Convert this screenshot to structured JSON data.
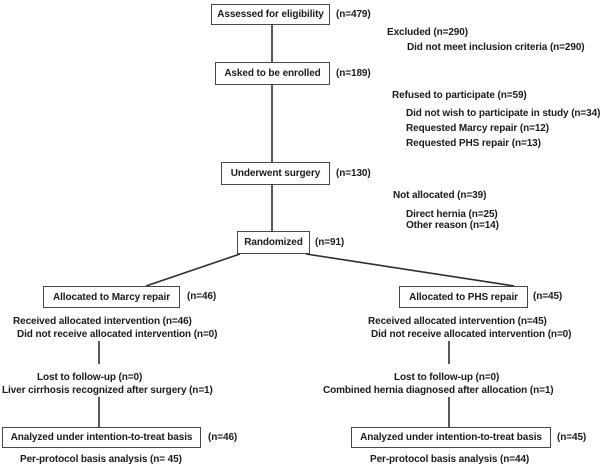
{
  "boxes": {
    "assessed": {
      "label": "Assessed for eligibility",
      "n": "(n=479)"
    },
    "enrolled": {
      "label": "Asked to be enrolled",
      "n": "(n=189)"
    },
    "surgery": {
      "label": "Underwent surgery",
      "n": "(n=130)"
    },
    "randomized": {
      "label": "Randomized",
      "n": "(n=91)"
    },
    "alloc_marcy": {
      "label": "Allocated to Marcy repair",
      "n": "(n=46)"
    },
    "alloc_phs": {
      "label": "Allocated to PHS repair",
      "n": "(n=45)"
    },
    "itt_left": {
      "label": "Analyzed under intention-to-treat basis",
      "n": "(n=46)"
    },
    "itt_right": {
      "label": "Analyzed under intention-to-treat basis",
      "n": "(n=45)"
    }
  },
  "side_notes": {
    "excluded": {
      "title": "Excluded (n=290)",
      "item1": "Did not meet inclusion criteria (n=290)"
    },
    "refused": {
      "title": "Refused to participate (n=59)",
      "item1": "Did not wish to participate in study (n=34)",
      "item2": "Requested Marcy repair (n=12)",
      "item3": "Requested PHS repair (n=13)"
    },
    "not_allocated": {
      "title": "Not allocated (n=39)",
      "item1": "Direct hernia (n=25)",
      "item2": "Other reason (n=14)"
    }
  },
  "left_arm": {
    "received": "Received allocated intervention (n=46)",
    "not_received": "Did not receive allocated intervention (n=0)",
    "lost": "Lost to follow-up (n=0)",
    "lost_detail": "Liver cirrhosis recognized after surgery (n=1)",
    "per_protocol": "Per-protocol basis analysis (n= 45)"
  },
  "right_arm": {
    "received": "Received allocated intervention (n=45)",
    "not_received": "Did not receive allocated intervention (n=0)",
    "lost": "Lost to follow-up (n=0)",
    "lost_detail": "Combined hernia diagnosed after allocation (n=1)",
    "per_protocol": "Per-protocol basis analysis (n=44)"
  },
  "colors": {
    "background": "#ffffff",
    "box_border": "#474747",
    "line": "#2e2e2e",
    "text": "#1b1b1b"
  }
}
